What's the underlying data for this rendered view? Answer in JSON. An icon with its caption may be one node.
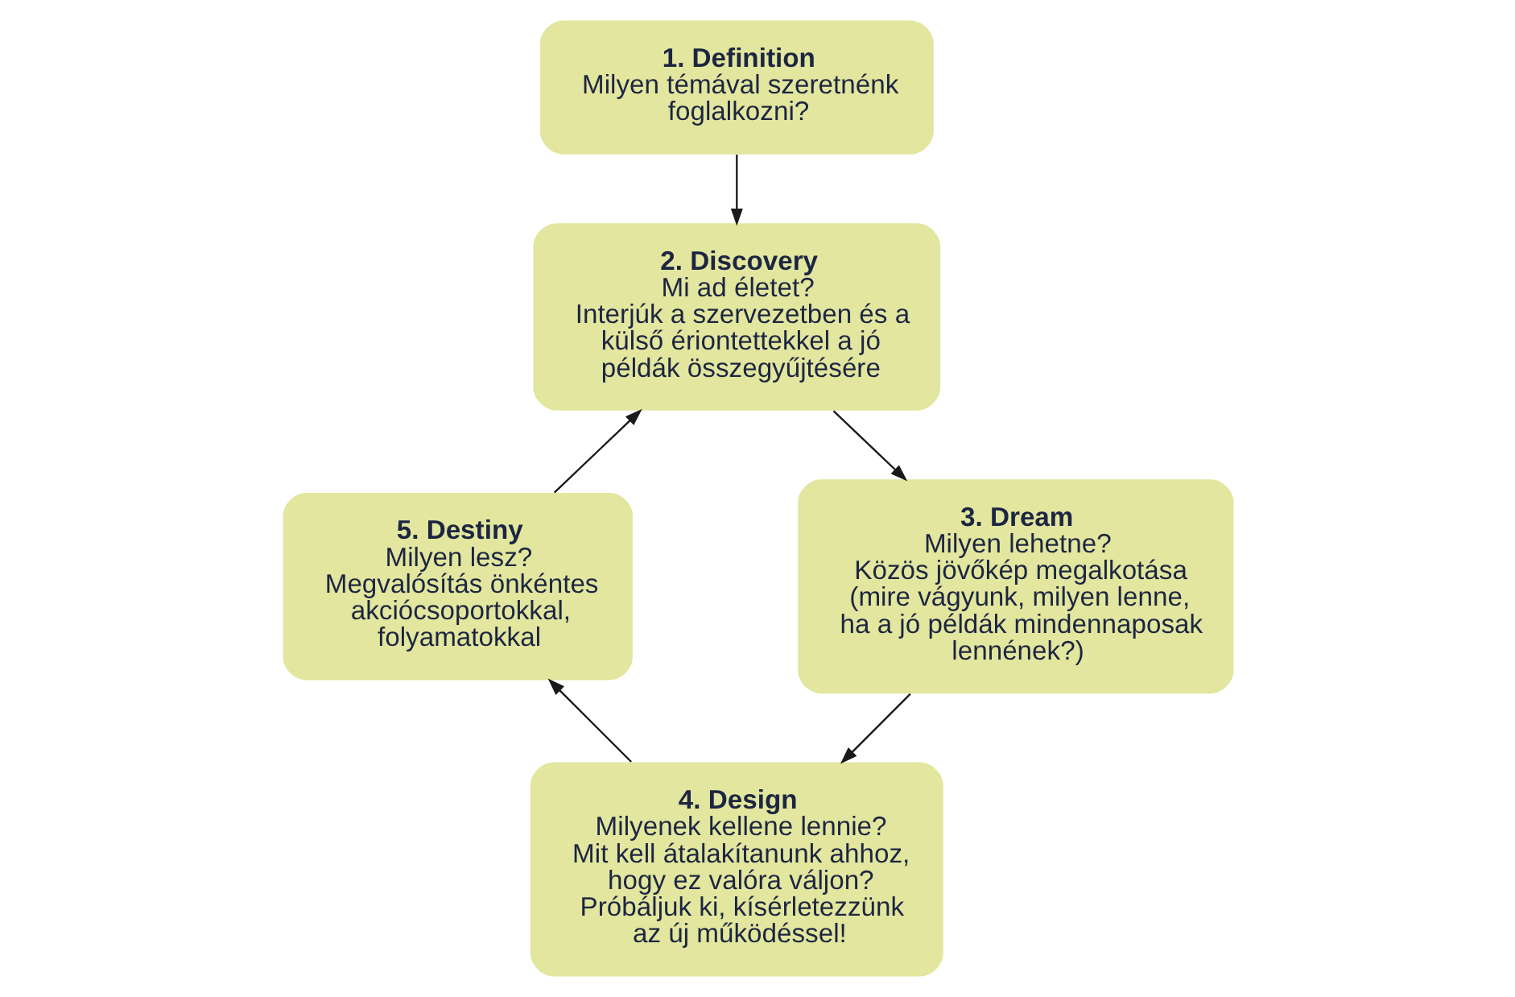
{
  "diagram": {
    "nodes": [
      {
        "text": [
          "1. Definition",
          "Milyen témával szeretnénk foglalkozni?"
        ]
      },
      {
        "text": [
          "2. Discovery",
          "Mi ad életet?",
          "Interjúk a szervezetben és a külső ériontettekkel a jó példák összegyűjtésére"
        ]
      },
      {
        "text": [
          "3. Dream",
          "Milyen lehetne?",
          "Közös jövőkép megalkotása (mire vágyunk, milyen lenne, ha a jó példák mindennaposak lennének?)"
        ]
      },
      {
        "text": [
          "4. Design",
          "Milyenek kellene lennie?",
          "Mit kell átalakítanunk ahhoz, hogy ez valóra váljon?",
          "Próbáljuk ki, kísérletezzünk az új működéssel!"
        ]
      },
      {
        "text": [
          "5. Destiny",
          "Milyen lesz?",
          "Megvalósítás önkéntes akciócsoportokkal, folyamatokkal"
        ]
      }
    ],
    "edges": [
      {
        "from": 0,
        "to": 1,
        "arrow": "to"
      },
      {
        "from": 1,
        "to": 2,
        "arrow": "to"
      },
      {
        "from": 2,
        "to": 3,
        "arrow": "to"
      },
      {
        "from": 3,
        "to": 4,
        "arrow": "to"
      },
      {
        "from": 4,
        "to": 1,
        "arrow": "to"
      }
    ]
  }
}
